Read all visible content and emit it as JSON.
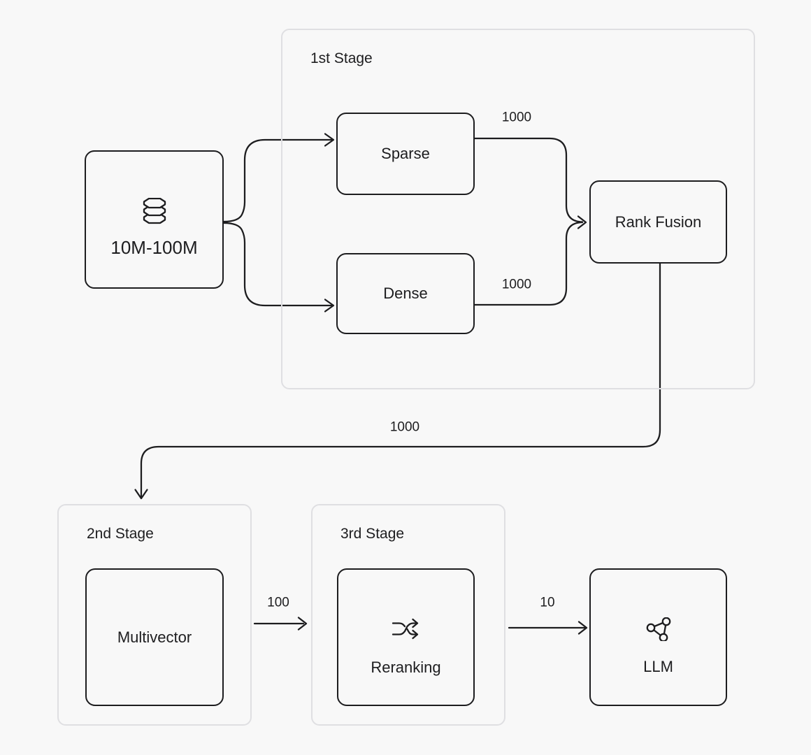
{
  "diagram": {
    "background_color": "#f8f8f8",
    "stroke_color": "#1d1d1f",
    "container_border_color": "#dfdfe2"
  },
  "stages": {
    "first": {
      "label": "1st Stage"
    },
    "second": {
      "label": "2nd Stage"
    },
    "third": {
      "label": "3rd Stage"
    }
  },
  "nodes": {
    "database": {
      "label": "10M-100M",
      "icon": "database-icon"
    },
    "sparse": {
      "label": "Sparse"
    },
    "dense": {
      "label": "Dense"
    },
    "rank_fusion": {
      "label": "Rank Fusion"
    },
    "multivector": {
      "label": "Multivector"
    },
    "reranking": {
      "label": "Reranking",
      "icon": "shuffle-icon"
    },
    "llm": {
      "label": "LLM",
      "icon": "network-icon"
    }
  },
  "edge_labels": {
    "sparse_to_fusion": "1000",
    "dense_to_fusion": "1000",
    "fusion_to_multivector": "1000",
    "multivector_to_reranking": "100",
    "reranking_to_llm": "10"
  }
}
